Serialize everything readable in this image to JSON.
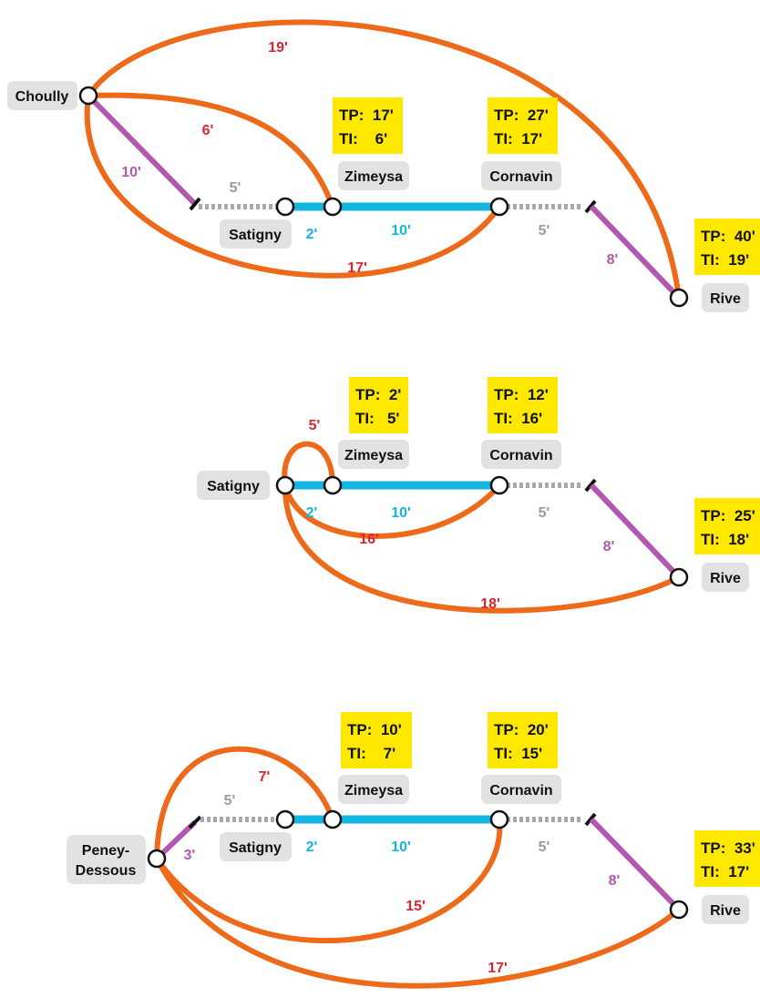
{
  "colors": {
    "train": "#ee6a1b",
    "tram": "#15b5e2",
    "bus": "#b358b0",
    "walk": "#a8a8a8",
    "travel_time_label": "#d8262e",
    "info_box": "#ffe800",
    "station_label_bg": "#e2e2e2"
  },
  "panels": [
    {
      "origin": "Choully",
      "stations": {
        "satigny": "Satigny",
        "zimeysa": "Zimeysa",
        "cornavin": "Cornavin",
        "rive": "Rive"
      },
      "boxes": {
        "zimeysa": {
          "tp": "TP:  17'",
          "ti": "TI:    6'"
        },
        "cornavin": {
          "tp": "TP:  27'",
          "ti": "TI:  17'"
        },
        "rive": {
          "tp": "TP:  40'",
          "ti": "TI:  19'"
        }
      },
      "times": {
        "to_rive": "19'",
        "to_zimeysa": "6'",
        "to_cornavin": "17'",
        "bus_west": "10'",
        "walk_west": "5'",
        "tram_satigny_zimeysa": "2'",
        "tram_zimeysa_cornavin": "10'",
        "walk_east": "5'",
        "bus_east": "8'"
      }
    },
    {
      "origin": "Satigny",
      "stations": {
        "zimeysa": "Zimeysa",
        "cornavin": "Cornavin",
        "rive": "Rive"
      },
      "boxes": {
        "zimeysa": {
          "tp": "TP:  2'",
          "ti": "TI:   5'"
        },
        "cornavin": {
          "tp": "TP:  12'",
          "ti": "TI:  16'"
        },
        "rive": {
          "tp": "TP:  25'",
          "ti": "TI:  18'"
        }
      },
      "times": {
        "to_zimeysa": "5'",
        "to_cornavin": "16'",
        "to_rive": "18'",
        "tram_satigny_zimeysa": "2'",
        "tram_zimeysa_cornavin": "10'",
        "walk_east": "5'",
        "bus_east": "8'"
      }
    },
    {
      "origin_line1": "Peney-",
      "origin_line2": "Dessous",
      "stations": {
        "satigny": "Satigny",
        "zimeysa": "Zimeysa",
        "cornavin": "Cornavin",
        "rive": "Rive"
      },
      "boxes": {
        "zimeysa": {
          "tp": "TP:  10'",
          "ti": "TI:    7'"
        },
        "cornavin": {
          "tp": "TP:  20'",
          "ti": "TI:  15'"
        },
        "rive": {
          "tp": "TP:  33'",
          "ti": "TI:  17'"
        }
      },
      "times": {
        "to_zimeysa": "7'",
        "to_cornavin": "15'",
        "to_rive": "17'",
        "bus_west": "3'",
        "walk_west": "5'",
        "tram_satigny_zimeysa": "2'",
        "tram_zimeysa_cornavin": "10'",
        "walk_east": "5'",
        "bus_east": "8'"
      }
    }
  ]
}
